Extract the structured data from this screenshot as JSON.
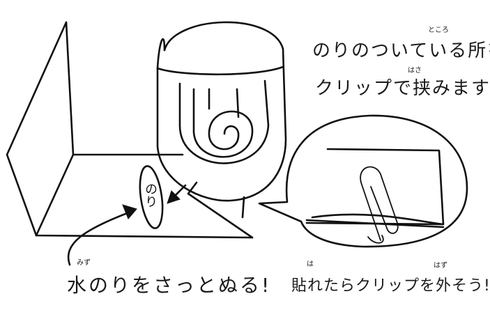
{
  "instructions": {
    "top_line1": "のりのついている所を",
    "top_line1_ruby": "ところ",
    "top_line2": "クリップで挟みます",
    "top_line2_ruby": "はさ",
    "bottom_left": "水のりをさっとぬる!",
    "bottom_left_ruby": "みず",
    "bottom_right": "貼れたらクリップを外そう!",
    "bottom_right_ruby1": "は",
    "bottom_right_ruby2": "はず"
  },
  "glue_stamp_label": "のり",
  "colors": {
    "ink": "#111111",
    "background": "#ffffff"
  }
}
